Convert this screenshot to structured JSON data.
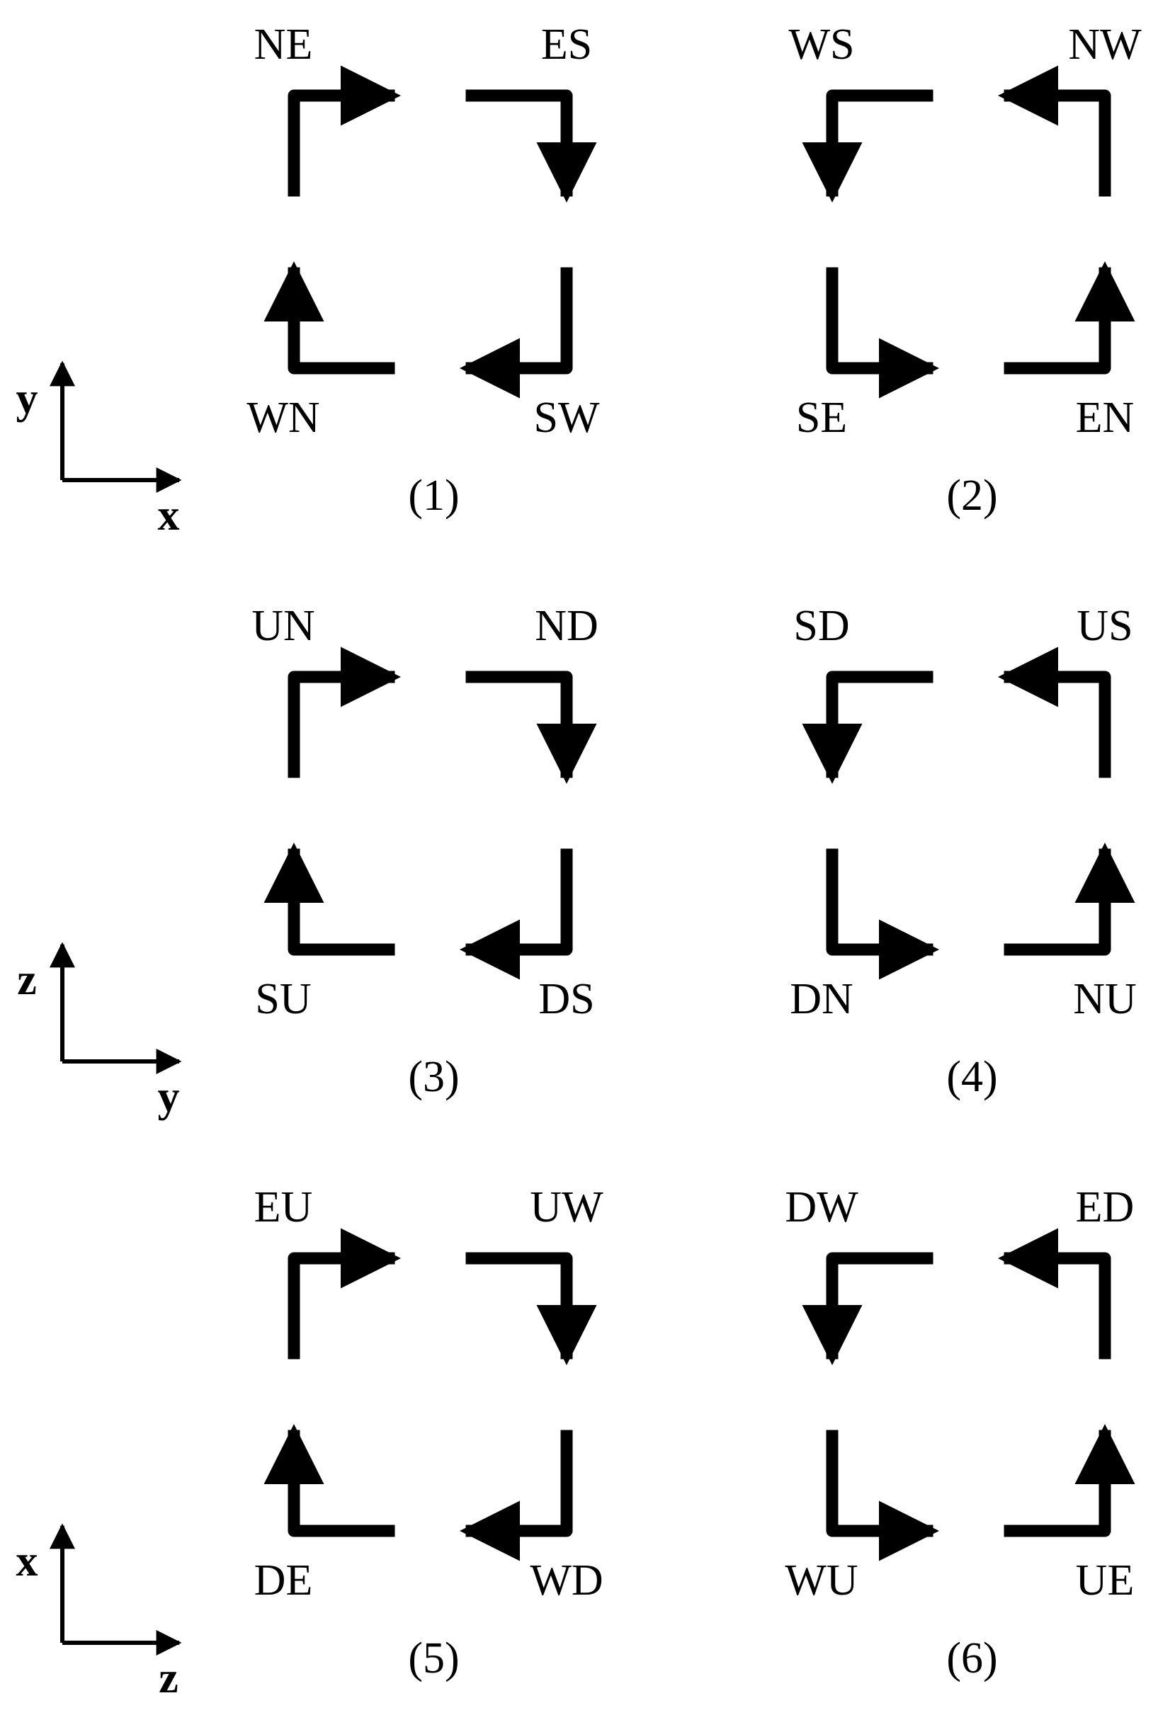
{
  "panels": [
    {
      "caption": "(1)",
      "orientation": "cw",
      "corners": {
        "tl": "NE",
        "tr": "ES",
        "br": "SW",
        "bl": "WN"
      }
    },
    {
      "caption": "(2)",
      "orientation": "ccw",
      "corners": {
        "tl": "WS",
        "tr": "NW",
        "br": "EN",
        "bl": "SE"
      }
    },
    {
      "caption": "(3)",
      "orientation": "cw",
      "corners": {
        "tl": "UN",
        "tr": "ND",
        "br": "DS",
        "bl": "SU"
      }
    },
    {
      "caption": "(4)",
      "orientation": "ccw",
      "corners": {
        "tl": "SD",
        "tr": "US",
        "br": "NU",
        "bl": "DN"
      }
    },
    {
      "caption": "(5)",
      "orientation": "cw",
      "corners": {
        "tl": "EU",
        "tr": "UW",
        "br": "WD",
        "bl": "DE"
      }
    },
    {
      "caption": "(6)",
      "orientation": "ccw",
      "corners": {
        "tl": "DW",
        "tr": "ED",
        "br": "UE",
        "bl": "WU"
      }
    }
  ],
  "axes": [
    {
      "vertical": "y",
      "horizontal": "x"
    },
    {
      "vertical": "z",
      "horizontal": "y"
    },
    {
      "vertical": "x",
      "horizontal": "z"
    }
  ],
  "colors": {
    "stroke": "#000000",
    "background": "#ffffff"
  }
}
